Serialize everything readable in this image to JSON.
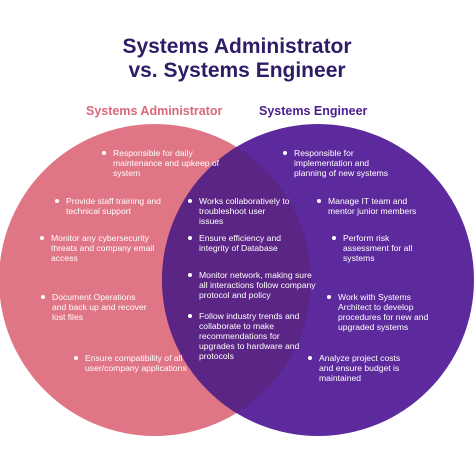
{
  "title_line1": "Systems Administrator",
  "title_line2": "vs. Systems Engineer",
  "left_label": "Systems Administrator",
  "right_label": "Systems Engineer",
  "colors": {
    "title": "#2e1c66",
    "admin": "#df7585",
    "engineer": "#5d2a9d",
    "overlap": "#5b2585"
  },
  "admin_items": [
    "Responsible for daily maintenance and upkeep of system",
    "Provide staff training and technical support",
    "Monitor any cybersecurity threats and company email access",
    "Document Operations and back up and recover lost files",
    "Ensure compatibility of all user/company applications"
  ],
  "shared_items": [
    "Works collaboratively to troubleshoot user issues",
    "Ensure efficiency and integrity of Database",
    "Monitor network, making sure all interactions follow company protocol and policy",
    "Follow industry trends and collaborate to make recommendations for upgrades to hardware and protocols"
  ],
  "engineer_items": [
    "Responsible for implementation and planning of new systems",
    "Manage IT team and mentor junior members",
    "Perform risk assessment for all systems",
    "Work with Systems Architect to develop procedures for new and upgraded systems",
    "Analyze project costs and ensure budget is maintained"
  ]
}
